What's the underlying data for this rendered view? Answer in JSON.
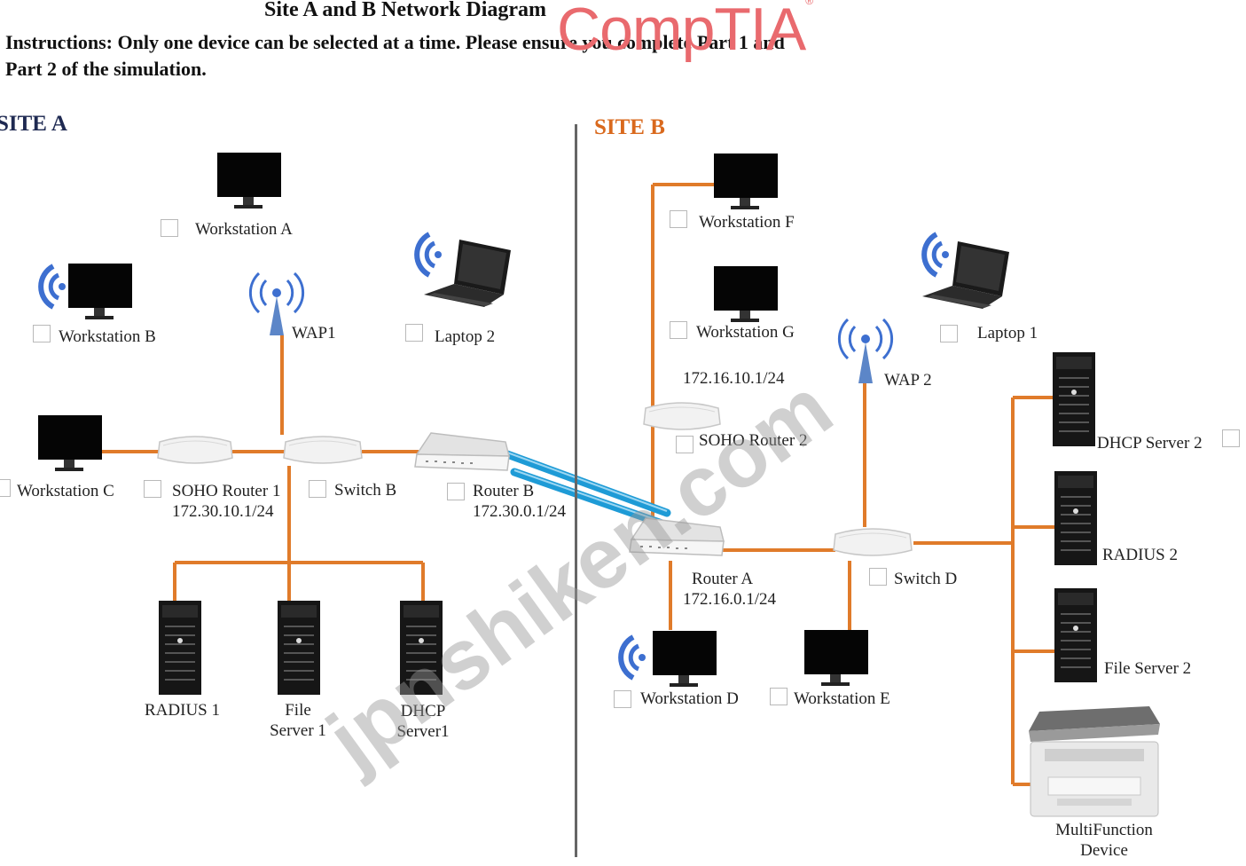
{
  "header": {
    "title": "Site A and B Network Diagram",
    "instructions_line1": "Instructions: Only one device can be selected at a time. Please ensure you complete Part 1 and",
    "instructions_line2": "Part 2 of the simulation."
  },
  "logo": {
    "text": "CompTIA",
    "mark": "®"
  },
  "watermark": "jpnshiken.com",
  "site_a": {
    "label": "SITE A",
    "workstation_a": "Workstation A",
    "workstation_b": "Workstation B",
    "workstation_c": "Workstation C",
    "wap1": "WAP1",
    "laptop2": "Laptop 2",
    "soho_router1": "SOHO Router 1",
    "soho_router1_ip": "172.30.10.1/24",
    "switch_b": "Switch B",
    "router_b": "Router B",
    "router_b_ip": "172.30.0.1/24",
    "radius1": "RADIUS 1",
    "file_server1_l1": "File",
    "file_server1_l2": "Server 1",
    "dhcp_server1_l1": "DHCP",
    "dhcp_server1_l2": "Server1"
  },
  "site_b": {
    "label": "SITE B",
    "workstation_f": "Workstation F",
    "workstation_g": "Workstation G",
    "laptop1": "Laptop 1",
    "wap2": "WAP 2",
    "soho_router2_ip": "172.16.10.1/24",
    "soho_router2": "SOHO Router 2",
    "dhcp_server2": "DHCP Server 2",
    "radius2": "RADIUS 2",
    "file_server2": "File Server 2",
    "router_a": "Router A",
    "router_a_ip": "172.16.0.1/24",
    "switch_d": "Switch D",
    "workstation_d": "Workstation D",
    "workstation_e": "Workstation E",
    "mfd_l1": "MultiFunction",
    "mfd_l2": "Device"
  },
  "colors": {
    "link": "#e07b2a",
    "wan_link": "#1e9bd6",
    "site_a": "#1f2a52",
    "site_b": "#d9691d",
    "logo": "#e96a6e",
    "wifi": "#3d6fd0"
  }
}
